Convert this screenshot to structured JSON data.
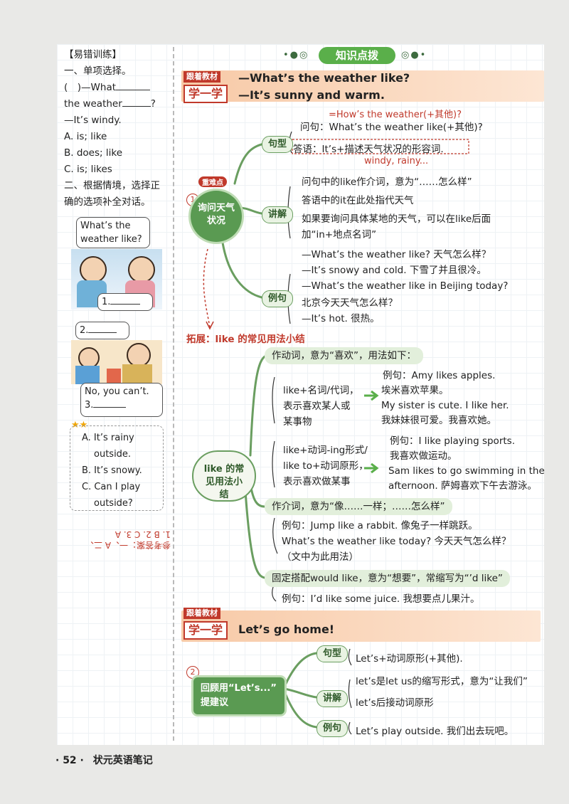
{
  "sidebar": {
    "tag": "【易错训练】",
    "q1_title": "一、单项选择。",
    "q1_line1": "(　)—What",
    "q1_line2": "the weather",
    "q1_q": "?",
    "q1_line3": "—It’s windy.",
    "q1_a": "A. is; like",
    "q1_b": "B. does; like",
    "q1_c": "C. is; likes",
    "q2_title_1": "二、根据情境，选择正",
    "q2_title_2": "确的选项补全对话。",
    "bubble1": "What’s the weather like?",
    "blank1": "1.",
    "blank2": "2.",
    "bubble2": "No, you can’t.",
    "blank3": "3.",
    "options": [
      "A. It’s rainy",
      "outside.",
      "B. It’s snowy.",
      "C. Can I play",
      "outside?"
    ],
    "answer_key": "参考答案：一、A 二、1. B 2. C 3. A"
  },
  "header": {
    "title": "知识点拨",
    "dots_left": "•●◎",
    "dots_right": "◎●•"
  },
  "section1": {
    "gen": "跟着教材",
    "xue": "学一学",
    "line1": "—What’s the weather like?",
    "line2": "—It’s sunny and warm.",
    "red_note": "=How’s the weather(+其他)?",
    "badge": "重难点",
    "num": "1",
    "node": "询问天气状况",
    "juxing_chip": "句型",
    "juxing_q": "问句：What’s the weather like(+其他)?",
    "juxing_a_pre": "答语：It’s+",
    "juxing_a_box": "描述天气状况的形容词",
    "juxing_a_post": ".",
    "red_example": "windy, rainy...",
    "jiangjie_chip": "讲解",
    "jj1": "问句中的like作介词，意为“……怎么样”",
    "jj2": "答语中的it在此处指代天气",
    "jj3": "如果要询问具体某地的天气，可以在like后面",
    "jj4": "加“in+地点名词”",
    "liju_chip": "例句",
    "lj1": "—What’s the weather like? 天气怎么样？",
    "lj2": "—It’s snowy and cold. 下雪了并且很冷。",
    "lj3": "—What’s the weather like in Beijing today?",
    "lj4": "北京今天天气怎么样？",
    "lj5": "—It’s hot. 很热。"
  },
  "extension": {
    "title": "拓展：like 的常见用法小结",
    "node": "like 的常见用法小结",
    "verb_bar": "作动词，意为“喜欢”，用法如下：",
    "v1a": "like+名词/代词，",
    "v1b": "表示喜欢某人或",
    "v1c": "某事物",
    "e1a": "例句：Amy likes apples.",
    "e1b": "埃米喜欢苹果。",
    "e1c": "My sister is cute. I like her.",
    "e1d": "我妹妹很可爱。我喜欢她。",
    "v2a": "like+动词-ing形式/",
    "v2b": "like to+动词原形，",
    "v2c": "表示喜欢做某事",
    "e2a": "例句：I like playing sports.",
    "e2b": "我喜欢做运动。",
    "e2c": "Sam likes to go swimming in the",
    "e2d": "afternoon. 萨姆喜欢下午去游泳。",
    "prep_bar": "作介词，意为“像……一样；……怎么样”",
    "p1": "例句：Jump like a rabbit. 像兔子一样跳跃。",
    "p2": "What’s the weather like today? 今天天气怎么样？",
    "p3": "（文中为此用法）",
    "fixed_bar": "固定搭配would like，意为“想要”，常缩写为“’d like”",
    "f1": "例句：I’d like some juice. 我想要点儿果汁。"
  },
  "section2": {
    "gen": "跟着教材",
    "xue": "学一学",
    "title": "Let’s go home!",
    "num": "2",
    "node_a": "回顾用“Let’s...”",
    "node_b": "提建议",
    "juxing_chip": "句型",
    "juxing": "Let’s+动词原形(+其他).",
    "jiangjie_chip": "讲解",
    "jj1": "let’s是let us的缩写形式，意为“让我们”",
    "jj2": "let’s后接动词原形",
    "liju_chip": "例句",
    "lj": "Let’s play outside. 我们出去玩吧。"
  },
  "footer": {
    "page": "· 52 ·",
    "book": "状元英语笔记"
  },
  "colors": {
    "accent_green": "#5aaf4a",
    "accent_red": "#c0392b",
    "band": "#f7c9a6"
  }
}
